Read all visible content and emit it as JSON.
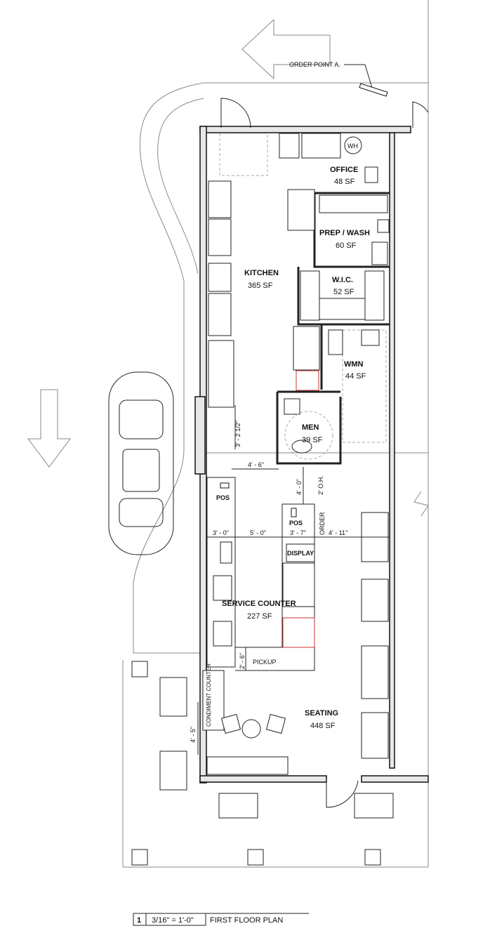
{
  "sheet": {
    "order_point": "ORDER POINT A.",
    "rooms": {
      "office": {
        "name": "OFFICE",
        "area": "48 SF"
      },
      "water_heater": "WH",
      "prep_wash": {
        "name": "PREP / WASH",
        "area": "60 SF"
      },
      "kitchen": {
        "name": "KITCHEN",
        "area": "365 SF"
      },
      "wic": {
        "name": "W.I.C.",
        "area": "52 SF"
      },
      "womens": {
        "name": "WMN",
        "area": "44 SF"
      },
      "mens": {
        "name": "MEN",
        "area": "39 SF"
      },
      "service_counter": {
        "name": "SERVICE COUNTER",
        "area": "227 SF"
      },
      "seating": {
        "name": "SEATING",
        "area": "448 SF"
      }
    },
    "labels": {
      "pos_1": "POS",
      "pos_2": "POS",
      "order": "ORDER",
      "display": "DISPLAY",
      "pickup": "PICKUP",
      "condiment": "CONDIMENT COUNTER",
      "overhead": "2' O.H."
    },
    "dimensions": {
      "d_3_2_5": "3' - 2 1/2\"",
      "d_4_6": "4' - 6\"",
      "d_4_0": "4' - 0\"",
      "d_3_0": "3' - 0\"",
      "d_5_0": "5' - 0\"",
      "d_3_7": "3' - 7\"",
      "d_4_11": "4' - 11\"",
      "d_2_6": "2' - 6\"",
      "d_4_5": "4' - 5\""
    },
    "title_block": {
      "number": "1",
      "scale": "3/16\" = 1'-0\"",
      "title": "FIRST FLOOR PLAN"
    }
  }
}
